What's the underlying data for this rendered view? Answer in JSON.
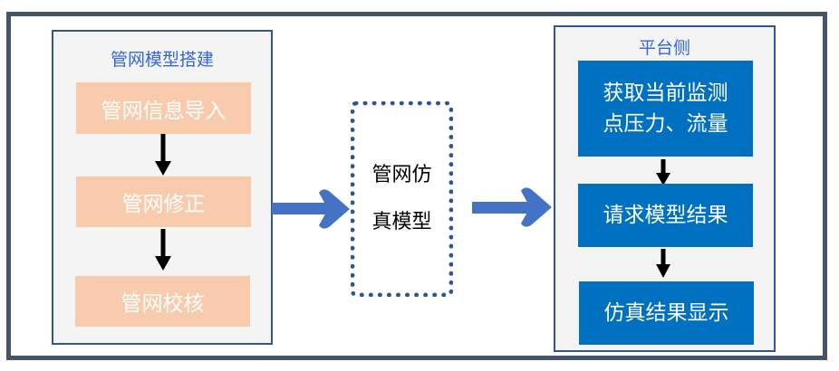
{
  "colors": {
    "frame": "#44546a",
    "panel_border": "#2f5597",
    "panel_bg": "#f4f4f4",
    "panel_title": "#3366dd",
    "orange_step": "#f8cbad",
    "blue_step": "#0070c0",
    "flow_arrow": "#4472c4"
  },
  "left_panel": {
    "title": "管网模型搭建",
    "steps": [
      {
        "label": "管网信息导入"
      },
      {
        "label": "管网修正"
      },
      {
        "label": "管网校核"
      }
    ]
  },
  "center": {
    "line1": "管网仿",
    "line2": "真模型"
  },
  "right_panel": {
    "title": "平台侧",
    "steps": [
      {
        "line1": "获取当前监测",
        "line2": "点压力、流量"
      },
      {
        "label": "请求模型结果"
      },
      {
        "label": "仿真结果显示"
      }
    ]
  }
}
